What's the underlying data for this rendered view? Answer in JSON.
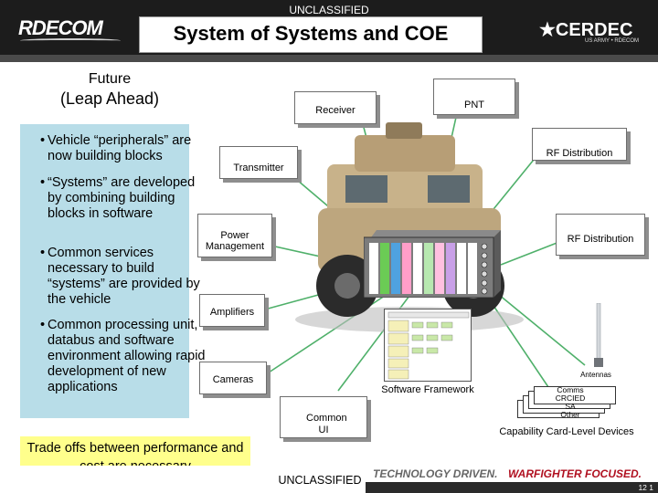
{
  "header": {
    "classification": "UNCLASSIFIED",
    "logo_left": "RDECOM",
    "title": "System of Systems and COE",
    "logo_right": "★CERDEC",
    "logo_right_sub": "US ARMY • RDECOM"
  },
  "left": {
    "future": "Future",
    "leap": "(Leap Ahead)",
    "bullets": [
      "Vehicle “peripherals” are now building blocks",
      "“Systems” are developed by combining building blocks in software",
      "Common services necessary to build “systems” are provided by the vehicle",
      "Common processing unit, databus and software environment allowing rapid development of new applications"
    ],
    "bullet_char": "•",
    "tradeoff": "Trade offs between performance and cost are necessary"
  },
  "cards": {
    "receiver": "Receiver",
    "pnt": "PNT",
    "transmitter": "Transmitter",
    "rf_distribution_1": "RF Distribution",
    "power_management": "Power Management",
    "rf_distribution_2": "RF Distribution",
    "amplifiers": "Amplifiers",
    "cameras": "Cameras",
    "common_ui": "Common UI"
  },
  "diagram": {
    "software_framework": "Software Framework",
    "antennas": "Antennas",
    "stack_lines": [
      "Comms",
      "CRCIED",
      "SA",
      "Other"
    ],
    "capability_label": "Capability Card-Level Devices"
  },
  "colors": {
    "panel": "#b8dde8",
    "tradeoff": "#ffff8c",
    "connector": "#4fb06a",
    "slogan_red": "#b01020"
  },
  "footer": {
    "classification": "UNCLASSIFIED",
    "slogan_a": "TECHNOLOGY DRIVEN.",
    "slogan_b": "WARFIGHTER FOCUSED.",
    "page": "12   1"
  }
}
